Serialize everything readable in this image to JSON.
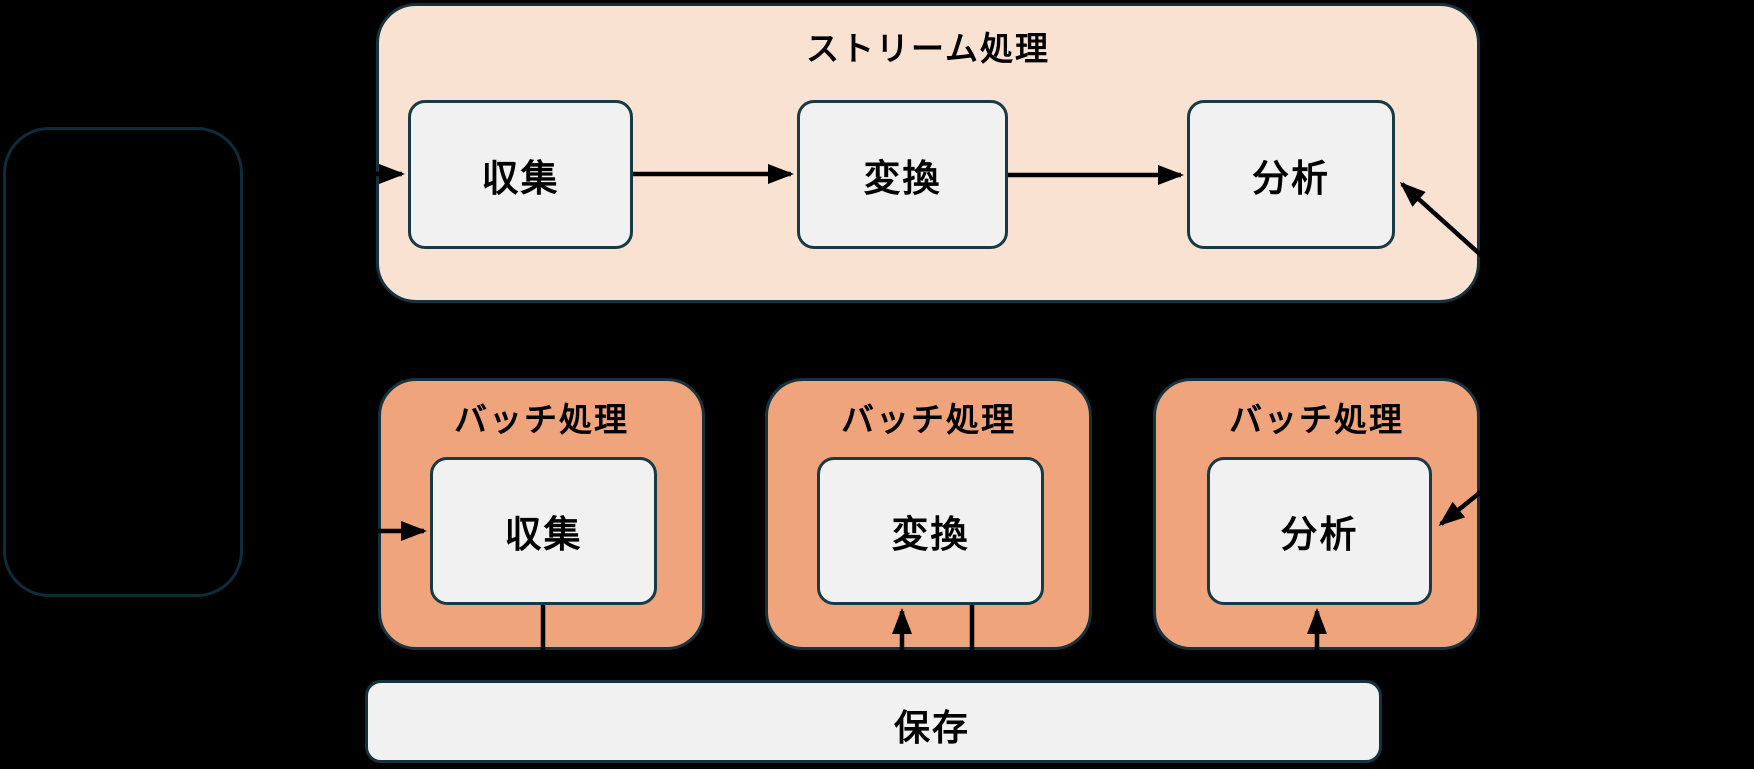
{
  "background": "#000000",
  "palette": {
    "stream_fill": "#fae2d3",
    "batch_fill": "#efa47b",
    "node_fill": "#f1f1f1",
    "border": "#14333f",
    "arrow": "#000000",
    "text": "#000000"
  },
  "stream_group": {
    "title": "ストリーム処理",
    "nodes": [
      {
        "label": "収集"
      },
      {
        "label": "変換"
      },
      {
        "label": "分析"
      }
    ]
  },
  "batch_groups": [
    {
      "title": "バッチ処理",
      "node_label": "収集"
    },
    {
      "title": "バッチ処理",
      "node_label": "変換"
    },
    {
      "title": "バッチ処理",
      "node_label": "分析"
    }
  ],
  "storage": {
    "label": "保存"
  }
}
